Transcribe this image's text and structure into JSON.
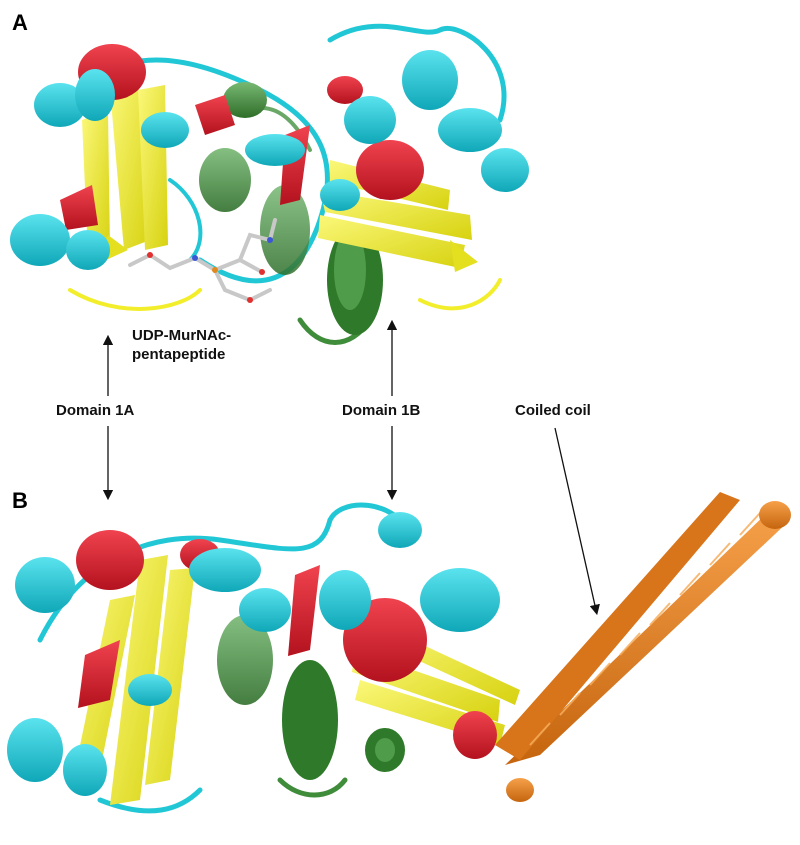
{
  "figure": {
    "panels": [
      {
        "letter": "A"
      },
      {
        "letter": "B"
      }
    ],
    "labels": {
      "ligand_line1": "UDP-MurNAc-",
      "ligand_line2": "pentapeptide",
      "domain_1a": "Domain 1A",
      "domain_1b": "Domain 1B",
      "coiled_coil": "Coiled coil"
    },
    "colors": {
      "helix": "#22c7d6",
      "helix_alt": "#e01b2a",
      "strand": "#f2ee2c",
      "domain_green": "#3f8c3a",
      "domain_green_light": "#6aa867",
      "coiled_coil": "#e8801e",
      "ligand": "#c8c8c8"
    }
  }
}
